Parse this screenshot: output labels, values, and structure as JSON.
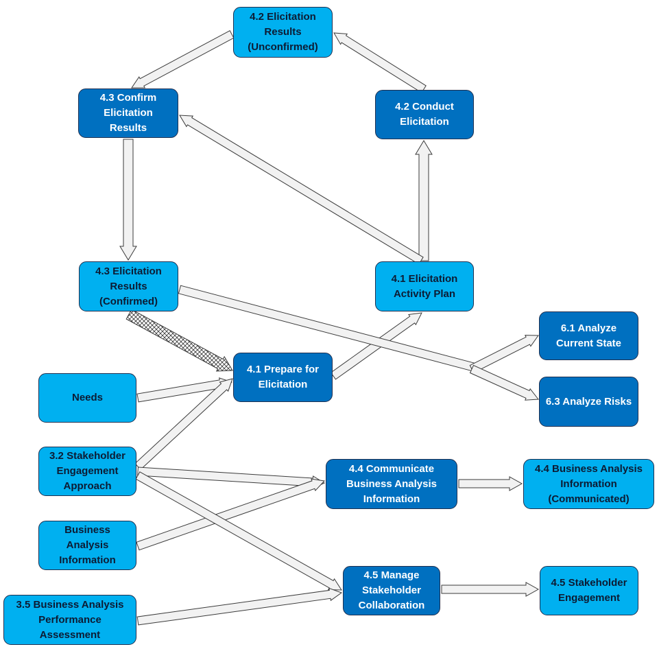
{
  "nodes": {
    "n42er": {
      "label": "4.2 Elicitation\nResults\n(Unconfirmed)"
    },
    "n43c": {
      "label": "4.3 Confirm\nElicitation\nResults"
    },
    "n42c": {
      "label": "4.2 Conduct\nElicitation"
    },
    "n43er": {
      "label": "4.3 Elicitation\nResults\n(Confirmed)"
    },
    "n41ap": {
      "label": "4.1 Elicitation\nActivity Plan"
    },
    "n61": {
      "label": "6.1 Analyze\nCurrent State"
    },
    "n41p": {
      "label": "4.1 Prepare for\nElicitation"
    },
    "nneeds": {
      "label": "Needs"
    },
    "n63": {
      "label": "6.3 Analyze Risks"
    },
    "n32": {
      "label": "3.2 Stakeholder\nEngagement\nApproach"
    },
    "n44c": {
      "label": "4.4 Communicate\nBusiness Analysis\nInformation"
    },
    "n44bai": {
      "label": "4.4 Business Analysis\nInformation\n(Communicated)"
    },
    "nbai": {
      "label": "Business\nAnalysis\nInformation"
    },
    "n45m": {
      "label": "4.5 Manage\nStakeholder\nCollaboration"
    },
    "n45se": {
      "label": "4.5 Stakeholder\nEngagement"
    },
    "n35": {
      "label": "3.5 Business Analysis\nPerformance\nAssessment"
    }
  },
  "colors": {
    "output_fill": "#00b0f0",
    "task_fill": "#0070c0",
    "border": "#1f2f4f",
    "arrow_fill": "#f2f2f2",
    "arrow_stroke": "#3a3a3a"
  }
}
